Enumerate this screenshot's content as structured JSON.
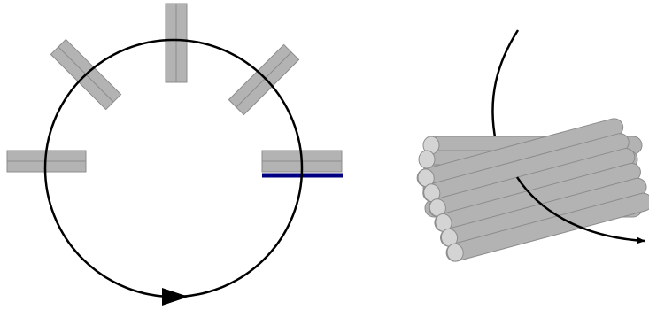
{
  "diagram": {
    "colors": {
      "rod_fill": "#b3b3b3",
      "rod_stroke": "#8c8c8c",
      "rod_end": "#d4d4d4",
      "path": "#000000",
      "highlight": "#000080",
      "background": "#ffffff"
    },
    "left_panel": {
      "rod_angles_deg": [
        0,
        45,
        90,
        135,
        180
      ],
      "highlighted_rod_index": 0,
      "arrow_direction": "clockwise"
    },
    "right_panel": {
      "stacked_rods": 8,
      "arrow_direction": "right"
    }
  }
}
